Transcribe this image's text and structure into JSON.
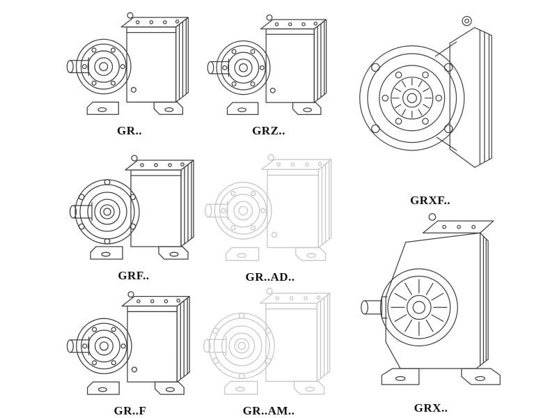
{
  "page": {
    "models": {
      "gr": {
        "label": "GR..",
        "style": "solid"
      },
      "grz": {
        "label": "GRZ..",
        "style": "solid"
      },
      "grxf": {
        "label": "GRXF..",
        "style": "solid"
      },
      "grf": {
        "label": "GRF..",
        "style": "solid"
      },
      "gr_ad": {
        "label": "GR..AD..",
        "style": "faint"
      },
      "grx": {
        "label": "GRX..",
        "style": "solid"
      },
      "gr_f": {
        "label": "GR..F",
        "style": "solid"
      },
      "gr_am": {
        "label": "GR..AM..",
        "style": "faint"
      }
    },
    "colors": {
      "line": "#3f3f3f",
      "faint_line": "#c8c8c8",
      "background": "#ffffff",
      "label_text": "#111111"
    }
  }
}
